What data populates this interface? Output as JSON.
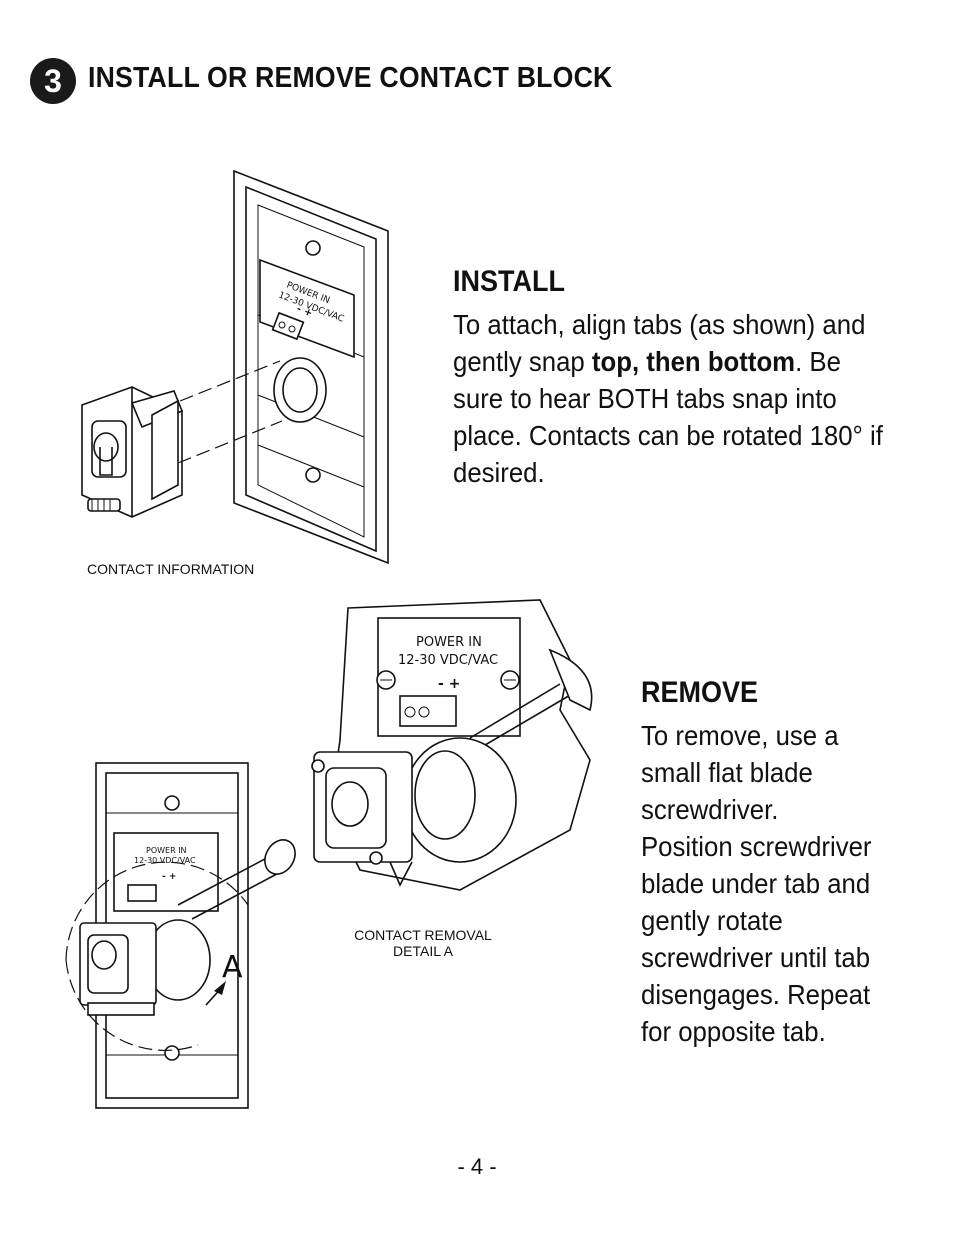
{
  "header": {
    "step_number": "3",
    "title": "INSTALL OR REMOVE CONTACT BLOCK"
  },
  "install": {
    "heading": "INSTALL",
    "text_before_bold": "To attach, align tabs (as shown) and gently snap ",
    "text_bold": "top, then bottom",
    "text_after_bold": ". Be sure to hear BOTH tabs snap into place. Contacts can be rotated 180° if desired."
  },
  "remove": {
    "heading": "REMOVE",
    "lines": [
      "To remove, use a",
      "small flat blade",
      "screwdriver.",
      "Position screwdriver",
      "blade under tab and",
      "gently rotate",
      "screwdriver until tab",
      "disengages. Repeat",
      "for opposite tab."
    ]
  },
  "captions": {
    "contact_information": "CONTACT INFORMATION",
    "contact_removal_line1": "CONTACT REMOVAL",
    "contact_removal_line2": "DETAIL A"
  },
  "diagram_labels": {
    "power_in": "POWER IN",
    "voltage": "12-30 VDC/VAC",
    "polarity": "- +",
    "detail_marker": "A"
  },
  "footer": {
    "page_number": "- 4 -"
  }
}
